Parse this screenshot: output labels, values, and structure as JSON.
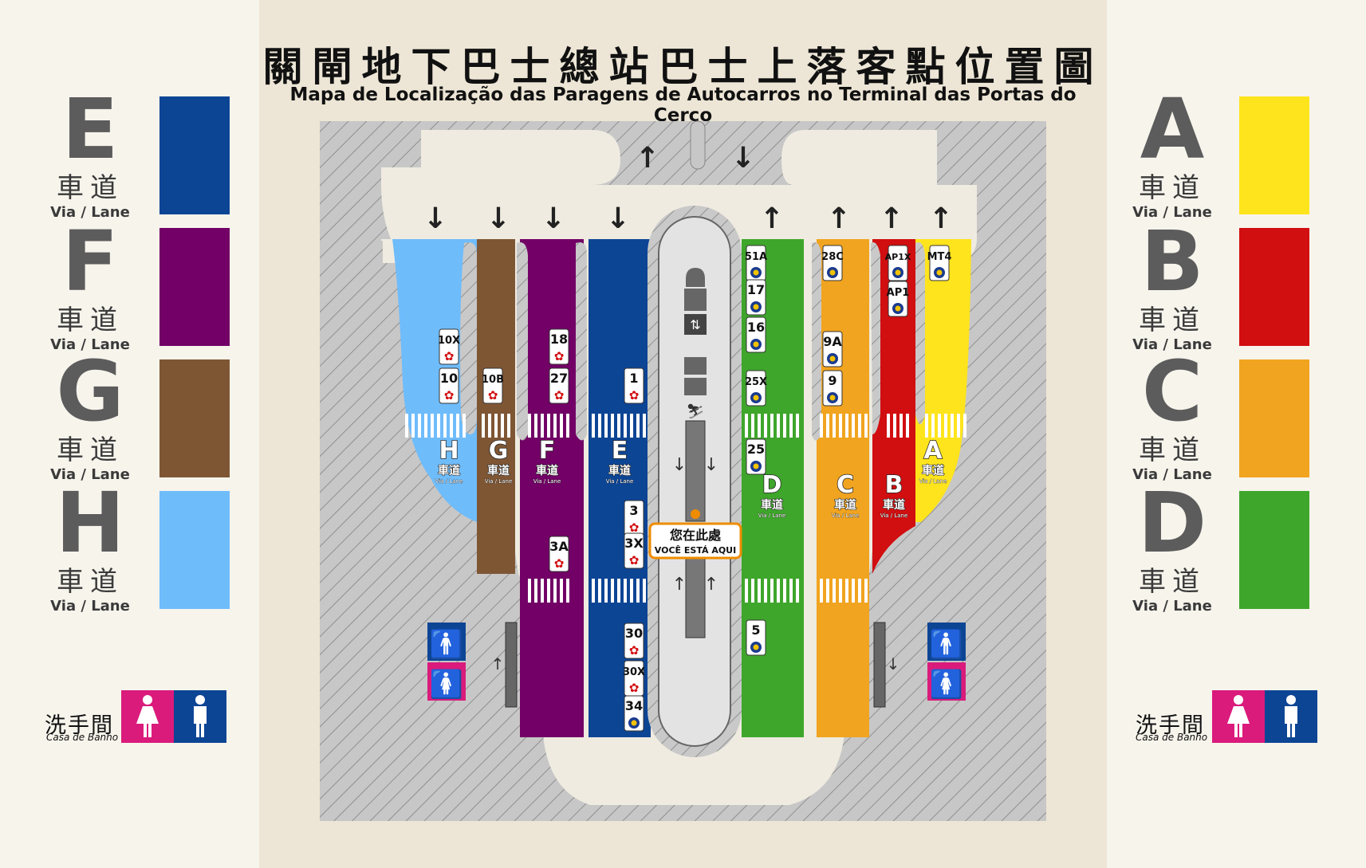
{
  "title": {
    "zh": "關閘地下巴士總站巴士上落客點位置圖",
    "pt": "Mapa de Localização das Paragens de Autocarros no Terminal das Portas do Cerco"
  },
  "legend_left": [
    {
      "letter": "E",
      "zh": "車道",
      "en": "Via / Lane",
      "color": "#0d4595"
    },
    {
      "letter": "F",
      "zh": "車道",
      "en": "Via / Lane",
      "color": "#720066"
    },
    {
      "letter": "G",
      "zh": "車道",
      "en": "Via / Lane",
      "color": "#7f5634"
    },
    {
      "letter": "H",
      "zh": "車道",
      "en": "Via / Lane",
      "color": "#6fbcfb"
    }
  ],
  "legend_right": [
    {
      "letter": "A",
      "zh": "車道",
      "en": "Via / Lane",
      "color": "#fee41c"
    },
    {
      "letter": "B",
      "zh": "車道",
      "en": "Via / Lane",
      "color": "#d10e10"
    },
    {
      "letter": "C",
      "zh": "車道",
      "en": "Via / Lane",
      "color": "#f1a41f"
    },
    {
      "letter": "D",
      "zh": "車道",
      "en": "Via / Lane",
      "color": "#3ea62b"
    }
  ],
  "washroom": {
    "zh": "洗手間",
    "pt": "Casa de Banho"
  },
  "lanes": [
    {
      "letter": "H",
      "zh": "車道",
      "en": "Via / Lane",
      "color": "#6fbcfb",
      "stops": [
        "10X",
        "10"
      ],
      "operator": "tcm"
    },
    {
      "letter": "G",
      "zh": "車道",
      "en": "Via / Lane",
      "color": "#7f5634",
      "stops": [
        "10B"
      ],
      "operator": "tcm"
    },
    {
      "letter": "F",
      "zh": "車道",
      "en": "Via / Lane",
      "color": "#720066",
      "stops": [
        "18",
        "27",
        "3A"
      ],
      "operator": "tcm"
    },
    {
      "letter": "E",
      "zh": "車道",
      "en": "Via / Lane",
      "color": "#0d4595",
      "stops": [
        "1",
        "3",
        "3X",
        "30",
        "30X",
        "34"
      ],
      "operator": "mixed"
    },
    {
      "letter": "D",
      "zh": "車道",
      "en": "Via / Lane",
      "color": "#3ea62b",
      "stops": [
        "51A",
        "17",
        "16",
        "25X",
        "25",
        "5"
      ],
      "operator": "transmac"
    },
    {
      "letter": "C",
      "zh": "車道",
      "en": "Via / Lane",
      "color": "#f1a41f",
      "stops": [
        "28C",
        "9A",
        "9"
      ],
      "operator": "transmac"
    },
    {
      "letter": "B",
      "zh": "車道",
      "en": "Via / Lane",
      "color": "#d10e10",
      "stops": [
        "AP1X",
        "AP1"
      ],
      "operator": "transmac"
    },
    {
      "letter": "A",
      "zh": "車道",
      "en": "Via / Lane",
      "color": "#fee41c",
      "stops": [
        "MT4"
      ],
      "operator": "transmac"
    }
  ],
  "you_are_here": {
    "zh": "您在此處",
    "pt": "VOCÊ ESTÁ AQUI"
  },
  "icons": [
    "male-toilet-icon",
    "female-toilet-icon",
    "elevator-icon",
    "escalator-icon",
    "tcm-logo-icon",
    "transmac-logo-icon",
    "arrow-up-icon",
    "arrow-down-icon"
  ]
}
